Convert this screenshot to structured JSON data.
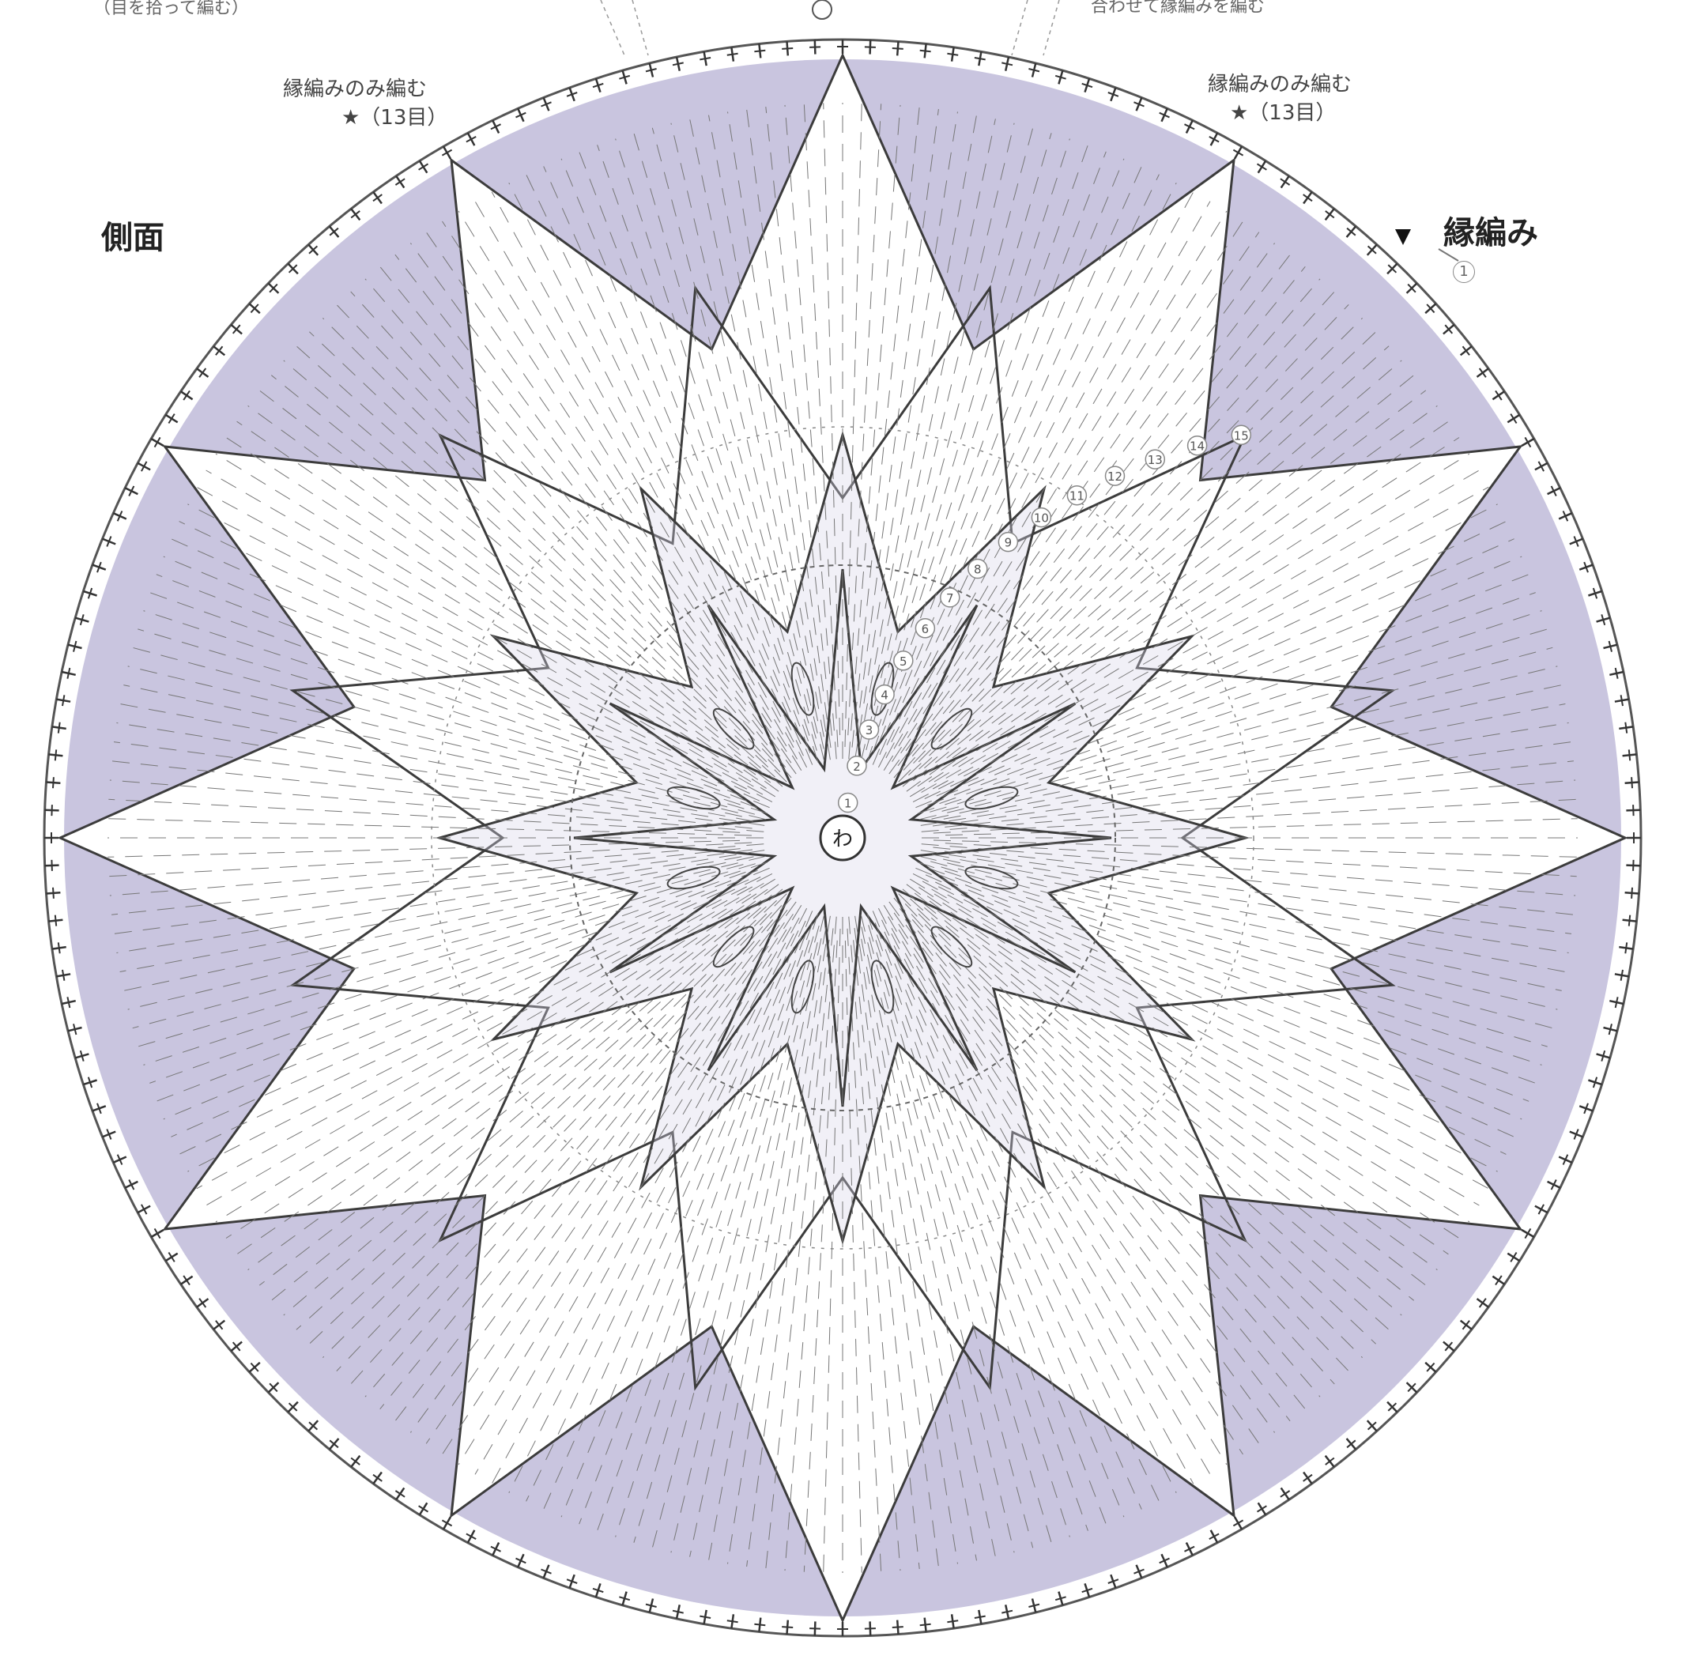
{
  "labels": {
    "top_left_note": "（目を拾って編む）",
    "top_right_note": "合わせて縁編みを編む",
    "edge_only_left": "縁編みのみ編む",
    "edge_only_right": "縁編みのみ編む",
    "star_count_left": "★（13目）",
    "star_count_right": "★（13目）",
    "side_title": "側面",
    "edging_title": "縁編み",
    "ring_center": "わ"
  },
  "row_numbers": [
    "1",
    "2",
    "3",
    "4",
    "5",
    "6",
    "7",
    "8",
    "9",
    "10",
    "11",
    "12",
    "13",
    "14",
    "15"
  ],
  "edging_row": "1",
  "colors": {
    "band": "#c9c5df",
    "line": "#3c3c3c",
    "background": "#ffffff"
  },
  "pattern": {
    "star_points": 12,
    "inner_petals": 12,
    "stitch_symbols": [
      "chain-icon",
      "double-crochet-icon",
      "treble-crochet-icon",
      "puff-stitch-icon",
      "picot-icon"
    ]
  }
}
